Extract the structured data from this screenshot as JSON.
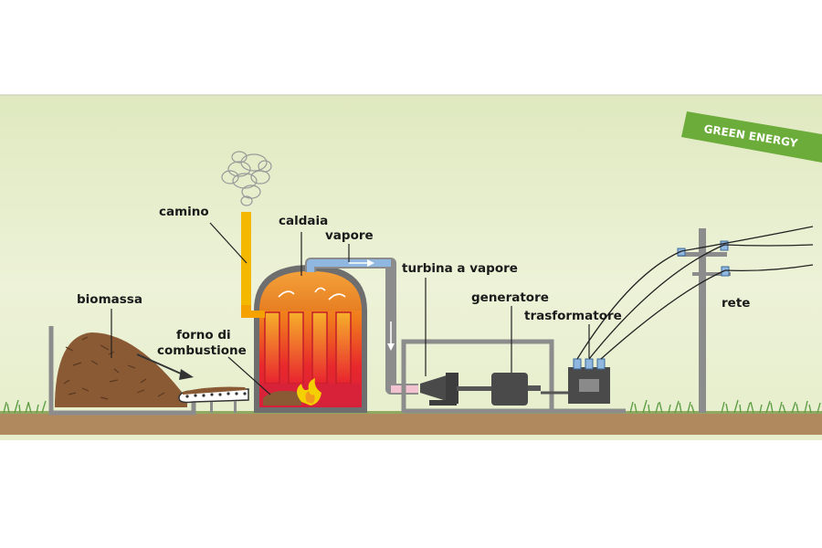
{
  "badge": {
    "text": "GREEN ENERGY"
  },
  "labels": {
    "camino": "camino",
    "caldaia": "caldaia",
    "vapore": "vapore",
    "biomassa": "biomassa",
    "forno_line1": "forno di",
    "forno_line2": "combustione",
    "turbina": "turbina a vapore",
    "generatore": "generatore",
    "trasformatore": "trasformatore",
    "rete": "rete"
  },
  "colors": {
    "background": "#e4edc8",
    "ground": "#b08a5e",
    "grass": "#6aa84f",
    "badge": "#6cac3a",
    "chimney": "#f5b800",
    "boiler_top": "#f28c1e",
    "boiler_fire": "#e5202a",
    "steam_pipe": "#8fb7e0",
    "machinery": "#4a4a4a",
    "frame": "#8c8c8c"
  },
  "icons": [
    "smoke-icon",
    "flame-icon",
    "conveyor-icon",
    "turbine-icon",
    "generator-icon",
    "transformer-icon",
    "utility-pole-icon"
  ]
}
